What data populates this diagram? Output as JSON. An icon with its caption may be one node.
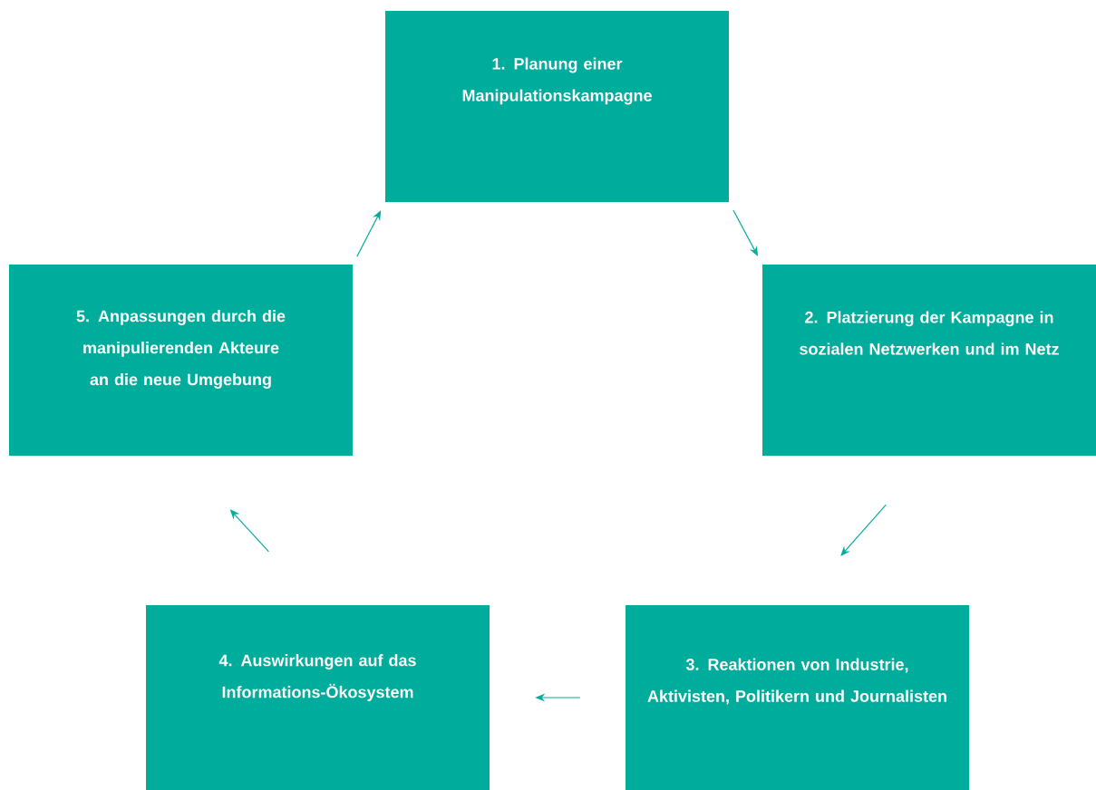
{
  "diagram": {
    "nodes": [
      {
        "text": [
          "1. Planung einer Manipulationskampagne"
        ]
      },
      {
        "text": [
          "2. Platzierung der Kampagne in sozialen Netzwerken und im Netz"
        ]
      },
      {
        "text": [
          "3. Reaktionen von Industrie, Aktivisten, Politikern und Journalisten"
        ]
      },
      {
        "text": [
          "4. Auswirkungen auf das Informations-Ökosystem"
        ]
      },
      {
        "text": [
          "5. Anpassungen durch die manipulierenden Akteure an die neue Umgebung"
        ]
      }
    ],
    "edges": [
      {
        "from": 0,
        "to": 1,
        "arrow": "to"
      },
      {
        "from": 1,
        "to": 2,
        "arrow": "to"
      },
      {
        "from": 2,
        "to": 3,
        "arrow": "to"
      },
      {
        "from": 3,
        "to": 4,
        "arrow": "to"
      },
      {
        "from": 4,
        "to": 0,
        "arrow": "to"
      }
    ]
  }
}
